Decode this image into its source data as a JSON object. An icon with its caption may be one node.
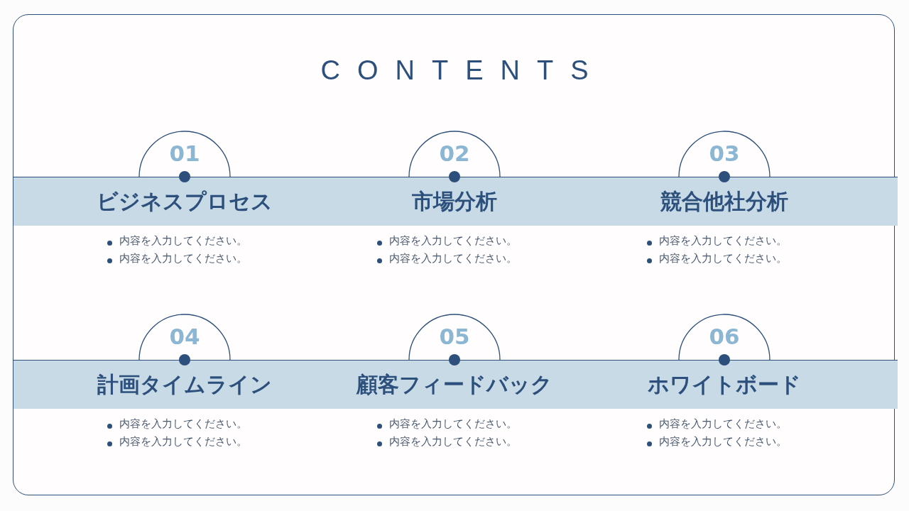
{
  "diagram": {
    "title": "CONTENTS",
    "nodes": [
      {
        "text": [
          "01"
        ],
        "beside": [
          "ビジネスプロセス",
          "内容を入力してください。",
          "内容を入力してください。"
        ]
      },
      {
        "text": [
          "02"
        ],
        "beside": [
          "市場分析",
          "内容を入力してください。",
          "内容を入力してください。"
        ]
      },
      {
        "text": [
          "03"
        ],
        "beside": [
          "競合他社分析",
          "内容を入力してください。",
          "内容を入力してください。"
        ]
      },
      {
        "text": [
          "04"
        ],
        "beside": [
          "計画タイムライン",
          "内容を入力してください。",
          "内容を入力してください。"
        ]
      },
      {
        "text": [
          "05"
        ],
        "beside": [
          "顧客フィードバック",
          "内容を入力してください。",
          "内容を入力してください。"
        ]
      },
      {
        "text": [
          "06"
        ],
        "beside": [
          "ホワイトボード",
          "内容を入力してください。",
          "内容を入力してください。"
        ]
      }
    ]
  }
}
